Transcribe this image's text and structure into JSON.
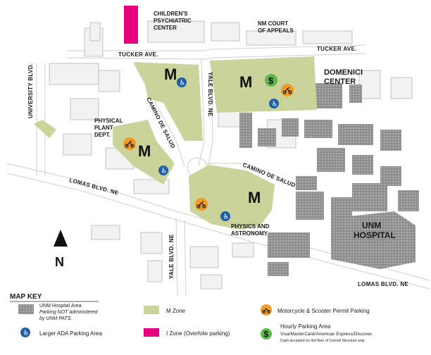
{
  "labels": {
    "childrens_psychiatric": [
      "CHILDREN'S",
      "PSYCHIATRIC",
      "CENTER"
    ],
    "nm_court": [
      "NM COURT",
      "OF APPEALS"
    ],
    "tucker_ave_left": "TUCKER AVE.",
    "tucker_ave_right": "TUCKER AVE.",
    "domenici": [
      "DOMENICI",
      "CENTER"
    ],
    "university_blvd": "UNIVERSITY BLVD.",
    "camino_de_salud_1": "CAMINO DE SALUD",
    "camino_de_salud_2": "CAMINO DE SALUD",
    "yale_blvd_ne_top": "YALE BLVD. NE",
    "yale_blvd_ne_bottom": "YALE BLVD. NE",
    "physical_plant": [
      "PHYSICAL",
      "PLANT",
      "DEPT."
    ],
    "lomas_blvd_ne_left": "LOMAS BLVD. NE",
    "lomas_blvd_ne_right": "LOMAS BLVD. NE",
    "physics_astronomy": [
      "PHYSICS AND",
      "ASTRONOMY"
    ],
    "unm_hospital": [
      "UNM",
      "HOSPITAL"
    ],
    "north": "N"
  },
  "zones": {
    "m_letter": "M",
    "dollar": "$"
  },
  "key": {
    "title": "MAP KEY",
    "hospital_area_title": "UNM Hospital Area",
    "hospital_area_note1": "Parking NOT administered",
    "hospital_area_note2": "by UNM PATS.",
    "m_zone": "M Zone",
    "motorcycle": "Motorcycle & Scooter Permit Parking",
    "ada": "Larger ADA Parking Area",
    "i_zone": "I Zone (Overfolw parking)",
    "hourly_title": "Hourly Parking Area",
    "hourly_cards": "Visa/MasterCard/American Express/Discover.",
    "hourly_cash": "Cash accepted on 3rd floor of Cornell Structure only."
  },
  "colors": {
    "m_zone": "#c9d39a",
    "i_zone": "#e6007e",
    "ada_blue": "#1f5fa8",
    "motorcycle_orange": "#f39a24",
    "hourly_green": "#5db84a",
    "hospital_gray": "#9b9b9b"
  },
  "icons": [
    "ada-icon",
    "motorcycle-icon",
    "dollar-icon",
    "north-arrow-icon"
  ]
}
